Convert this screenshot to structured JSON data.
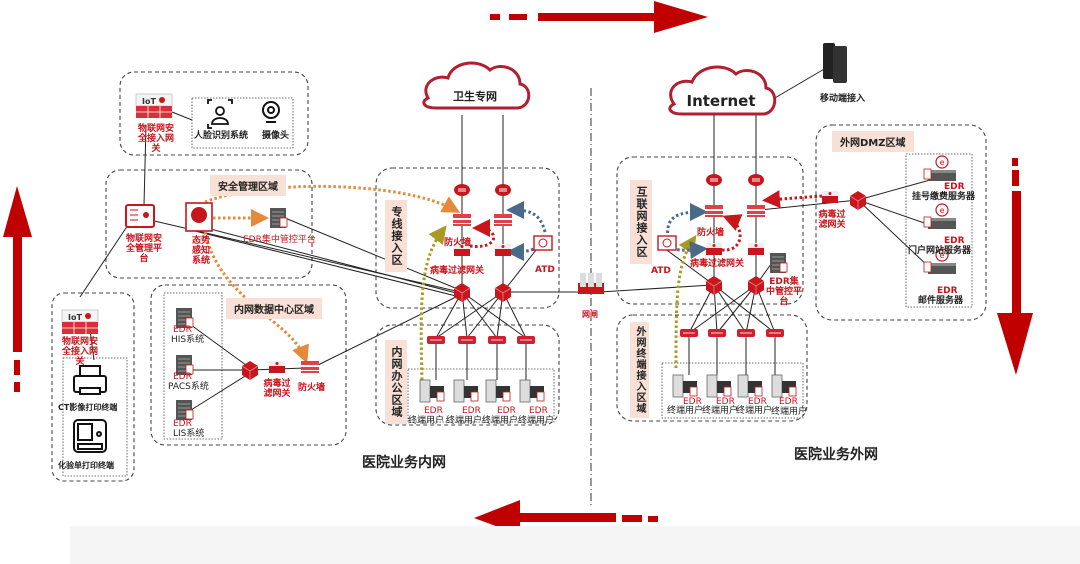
{
  "titles": {
    "intranet": "医院业务内网",
    "extranet": "医院业务外网"
  },
  "clouds": {
    "health_net": "卫生专网",
    "internet": "Internet"
  },
  "mobile": {
    "label": "移动端接入"
  },
  "zones": {
    "iot_top": {
      "gateway": "物联网安全接入网关",
      "face": "人脸识别系统",
      "camera": "摄像头"
    },
    "security_mgmt": {
      "title": "安全管理区域",
      "iot_platform": "物联网安全管理平台",
      "situation": "态势感知系统",
      "edr_platform": "EDR集中管控平台"
    },
    "iot_left": {
      "gateway": "物联网安全接入网关",
      "ct_printer": "CT影像打印终端",
      "lab_printer": "化验单打印终端"
    },
    "datacenter": {
      "title": "内网数据中心区域",
      "servers": [
        {
          "edr": "EDR",
          "name": "HIS系统"
        },
        {
          "edr": "EDR",
          "name": "PACS系统"
        },
        {
          "edr": "EDR",
          "name": "LIS系统"
        }
      ],
      "virus_gw": "病毒过滤网关",
      "firewall": "防火墙"
    },
    "dedicated_access": {
      "title": "专线接入区",
      "firewall": "防火墙",
      "virus_gw": "病毒过滤网关",
      "atd": "ATD"
    },
    "intranet_office": {
      "title": "内网办公区域",
      "terminals": [
        {
          "edr": "EDR",
          "name": "终端用户"
        },
        {
          "edr": "EDR",
          "name": "终端用户"
        },
        {
          "edr": "EDR",
          "name": "终端用户"
        },
        {
          "edr": "EDR",
          "name": "终端用户"
        }
      ]
    },
    "gatekeeper": {
      "label": "网闸"
    },
    "internet_access": {
      "title": "互联网接入区",
      "firewall": "防火墙",
      "virus_gw": "病毒过滤网关",
      "atd": "ATD",
      "edr_platform": "EDR集中管控平台"
    },
    "extranet_terminal": {
      "title": "外网终端接入区域",
      "terminals": [
        {
          "edr": "EDR",
          "name": "终端用户"
        },
        {
          "edr": "EDR",
          "name": "终端用户"
        },
        {
          "edr": "EDR",
          "name": "终端用户"
        },
        {
          "edr": "EDR",
          "name": "终端用户"
        }
      ]
    },
    "dmz": {
      "title": "外网DMZ区域",
      "virus_gw": "病毒过滤网关",
      "servers": [
        {
          "edr": "EDR",
          "name": "挂号缴费服务器"
        },
        {
          "edr": "EDR",
          "name": "门户网站服务器"
        },
        {
          "edr": "EDR",
          "name": "邮件服务器"
        }
      ]
    }
  },
  "colors": {
    "accent_red": "#c8161d",
    "zone_fill": "#f8e0d6",
    "orange_flow": "#e58a3a",
    "blue_flow": "#4a6a8a",
    "olive_flow": "#a89a20"
  }
}
